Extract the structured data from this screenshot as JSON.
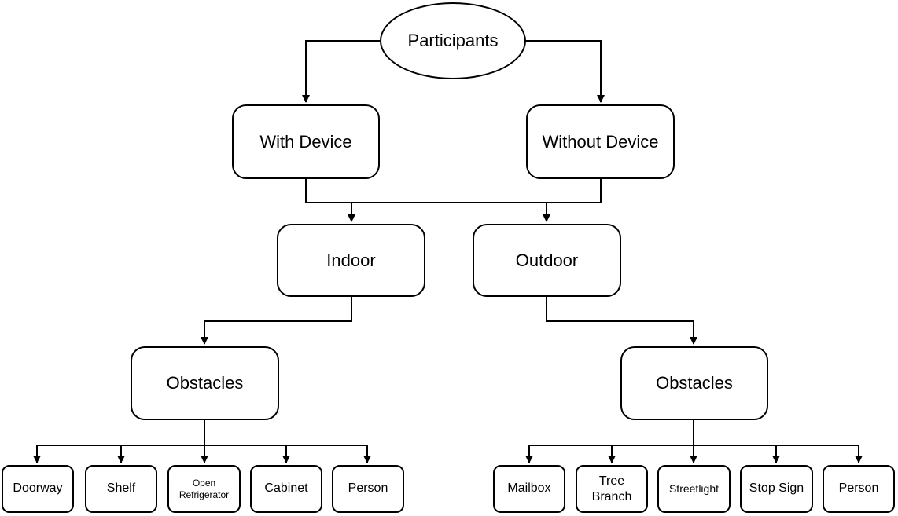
{
  "nodes": {
    "participants": "Participants",
    "with_device": "With Device",
    "without_device": "Without Device",
    "indoor": "Indoor",
    "outdoor": "Outdoor",
    "indoor_obstacles": "Obstacles",
    "outdoor_obstacles": "Obstacles",
    "indoor_items": [
      "Doorway",
      "Shelf",
      "Open\nRefrigerator",
      "Cabinet",
      "Person"
    ],
    "outdoor_items": [
      "Mailbox",
      "Tree\nBranch",
      "Streetlight",
      "Stop Sign",
      "Person"
    ]
  }
}
